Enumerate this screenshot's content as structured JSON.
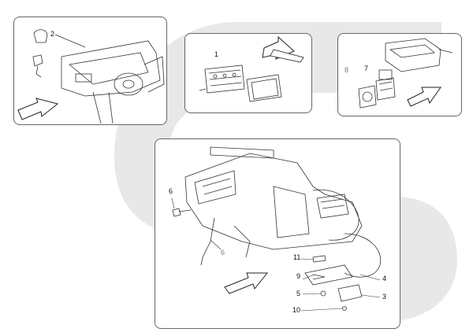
{
  "panels": {
    "dashboard": {
      "callouts": [
        "2"
      ]
    },
    "control_panel": {
      "callouts": [
        "1"
      ]
    },
    "module": {
      "callouts": [
        "8",
        "7"
      ]
    },
    "hvac": {
      "callouts": [
        "6",
        "6",
        "11",
        "9",
        "4",
        "5",
        "3",
        "10"
      ]
    }
  },
  "watermark": {
    "color": "#e6e6e6"
  },
  "line_color": "#333333"
}
